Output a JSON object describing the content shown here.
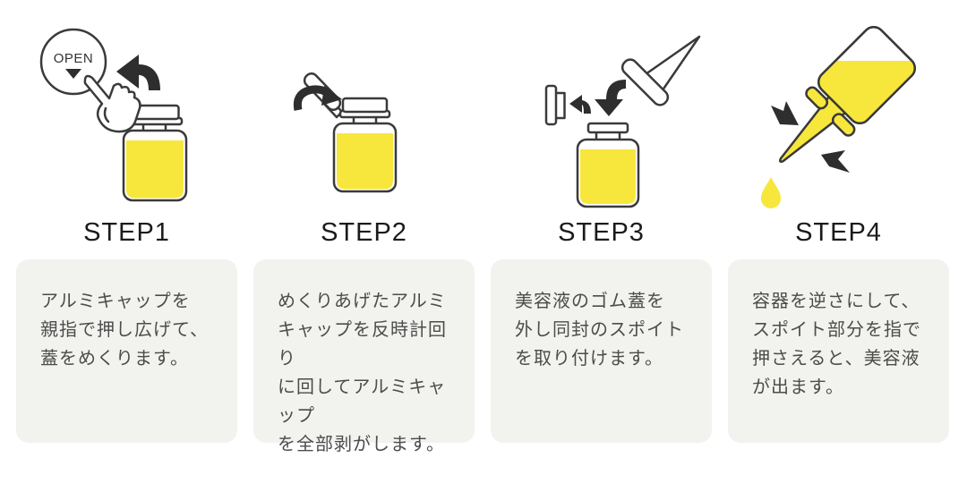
{
  "colors": {
    "yellow": "#f7e73c",
    "outline": "#3a3a3a",
    "arrow": "#2e2e2e",
    "box_bg": "#f2f2ef",
    "body_text": "#4c4c4c",
    "heading_text": "#1b1b1b"
  },
  "steps": [
    {
      "label": "STEP1",
      "badge": "OPEN",
      "lines": [
        "アルミキャップを",
        "親指で押し広げて、",
        "蓋をめくります。"
      ]
    },
    {
      "label": "STEP2",
      "lines": [
        "めくりあげたアルミ",
        "キャップを反時計回り",
        "に回してアルミキャップ",
        "を全部剥がします。"
      ]
    },
    {
      "label": "STEP3",
      "lines": [
        "美容液のゴム蓋を",
        "外し同封のスポイト",
        "を取り付けます。"
      ]
    },
    {
      "label": "STEP4",
      "lines": [
        "容器を逆さにして、",
        "スポイト部分を指で",
        "押さえると、美容液",
        "が出ます。"
      ]
    }
  ]
}
